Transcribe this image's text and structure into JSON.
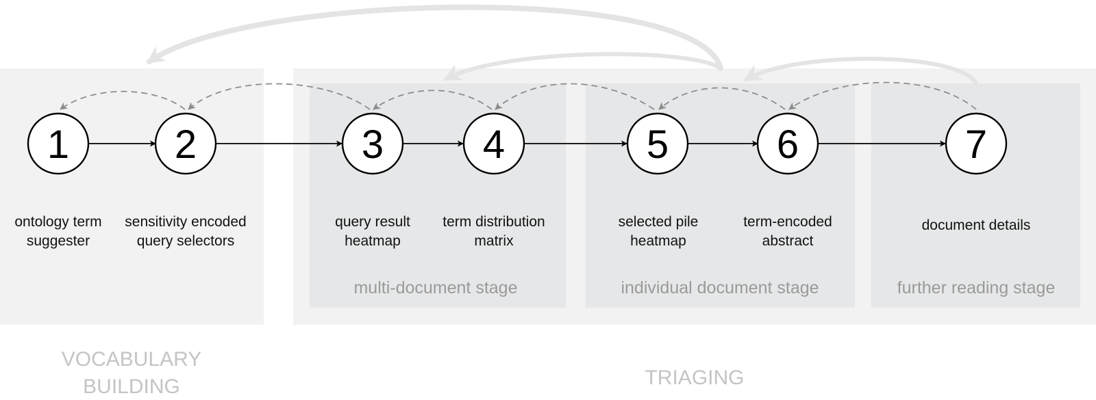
{
  "nodes": [
    {
      "id": "1",
      "label_lines": [
        "ontology term",
        "suggester"
      ]
    },
    {
      "id": "2",
      "label_lines": [
        "sensitivity encoded",
        "query selectors"
      ]
    },
    {
      "id": "3",
      "label_lines": [
        "query result",
        "heatmap"
      ]
    },
    {
      "id": "4",
      "label_lines": [
        "term distribution",
        "matrix"
      ]
    },
    {
      "id": "5",
      "label_lines": [
        "selected pile",
        "heatmap"
      ]
    },
    {
      "id": "6",
      "label_lines": [
        "term-encoded",
        "abstract"
      ]
    },
    {
      "id": "7",
      "label_lines": [
        "document details"
      ]
    }
  ],
  "stages": [
    {
      "label": "multi-document stage"
    },
    {
      "label": "individual document stage"
    },
    {
      "label": "further reading stage"
    }
  ],
  "phases": [
    {
      "label_lines": [
        "VOCABULARY",
        "BUILDING"
      ]
    },
    {
      "label_lines": [
        "TRIAGING"
      ]
    }
  ],
  "colors": {
    "outer_panel": "#f2f2f2",
    "inner_panel": "#e6e7e8",
    "flow_arrow": "#000000",
    "back_arrow_dashed": "#8c8c8c",
    "back_arrow_solid": "#e4e4e4",
    "stage_text": "#9a9a9a",
    "phase_text": "#c4c4c4"
  }
}
